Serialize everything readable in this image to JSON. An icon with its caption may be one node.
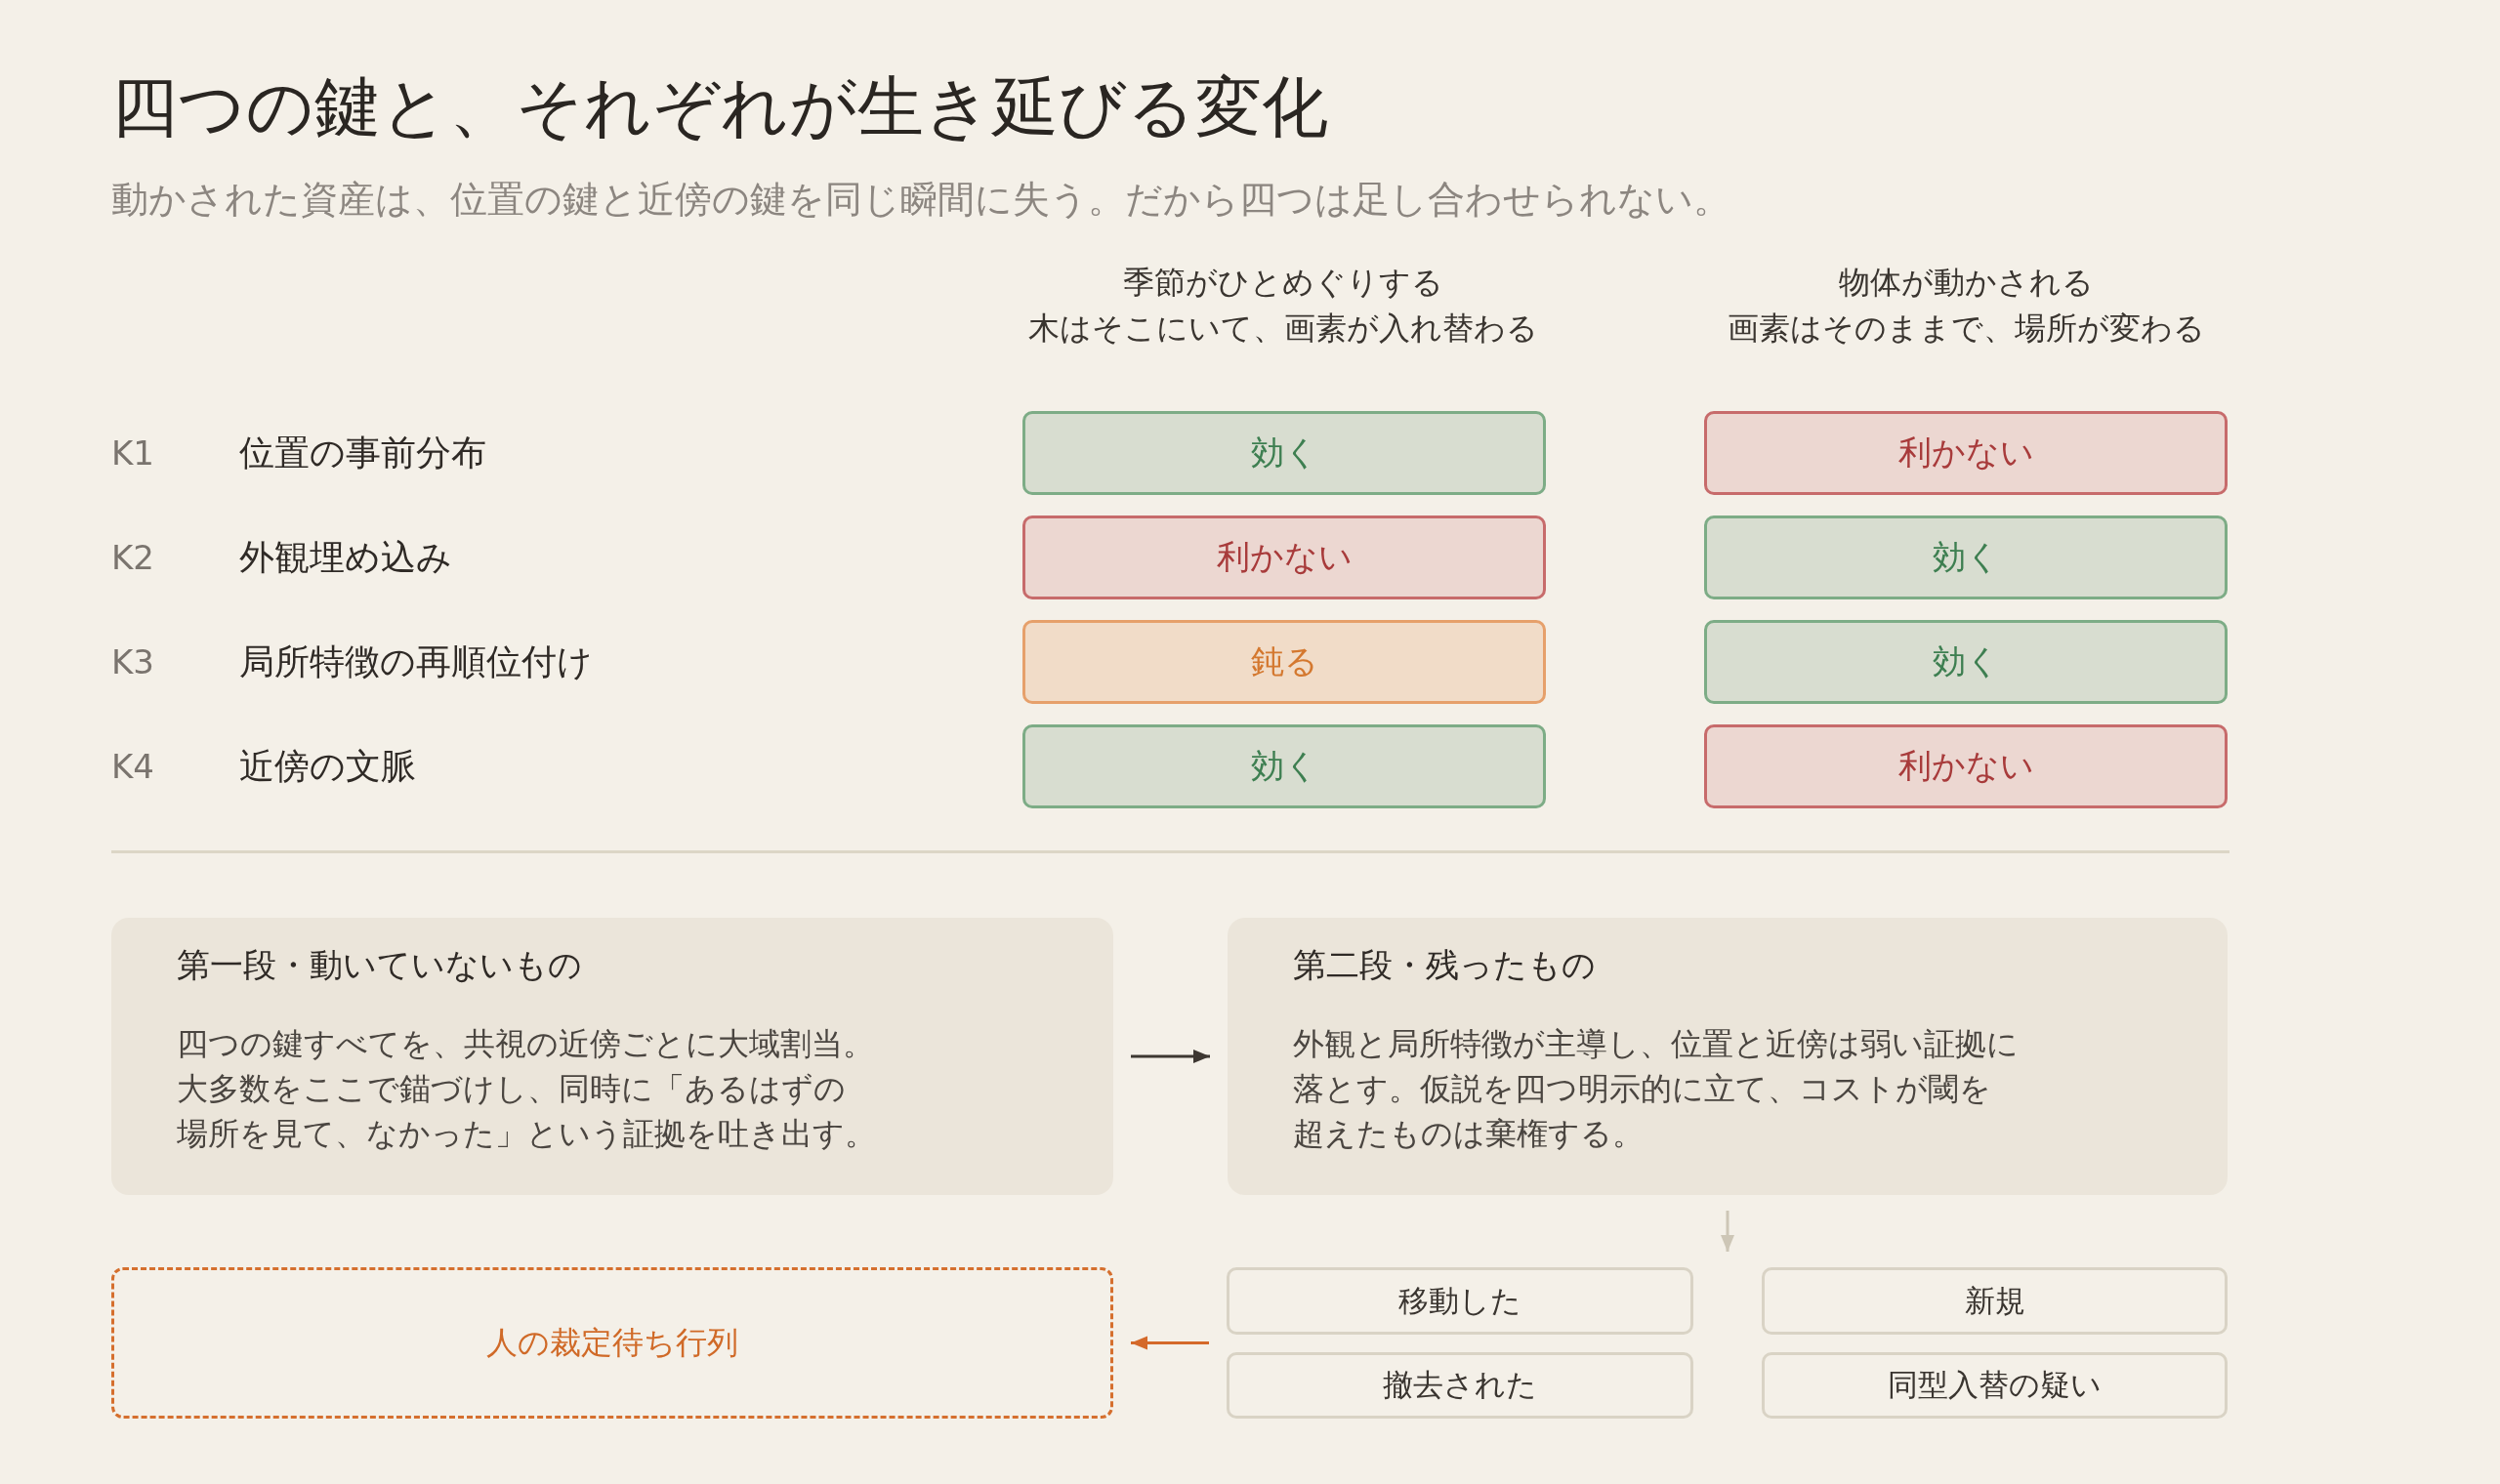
{
  "diagram": {
    "title": "四つの鍵と、それぞれが生き延びる変化",
    "nodes": [
      {
        "text": [
          "効く"
        ]
      },
      {
        "text": [
          "利かない"
        ]
      },
      {
        "text": [
          "利かない"
        ]
      },
      {
        "text": [
          "効く"
        ]
      },
      {
        "text": [
          "鈍る"
        ]
      },
      {
        "text": [
          "効く"
        ]
      },
      {
        "text": [
          "効く"
        ]
      },
      {
        "text": [
          "利かない"
        ]
      },
      {
        "text": [
          "第一段・動いていないもの",
          "四つの鍵すべてを、共視の近傍ごとに大域割当。大多数をここで錨づけし、同時に「あるはずの場所を見て、なかった」という証拠を吐き出す。"
        ]
      },
      {
        "text": [
          "第二段・残ったもの",
          "外観と局所特徴が主導し、位置と近傍は弱い証拠に落とす。仮説を四つ明示的に立て、コストが閾を超えたものは棄権する。"
        ]
      },
      {
        "text": [
          "人の裁定待ち行列"
        ]
      },
      {
        "text": [
          "移動した"
        ]
      },
      {
        "text": [
          "新規"
        ]
      },
      {
        "text": [
          "撤去された"
        ]
      },
      {
        "text": [
          "同型入替の疑い"
        ]
      }
    ],
    "edges": [
      {
        "from": 8,
        "to": 9,
        "arrow": "to",
        "color": "#3d3731"
      },
      {
        "from": 9,
        "to": 11,
        "arrow": "to"
      },
      {
        "from": 9,
        "to": 12,
        "arrow": "to"
      },
      {
        "from": 11,
        "to": 10,
        "arrow": "to",
        "color": "#d4692a"
      },
      {
        "from": 13,
        "to": 10,
        "arrow": "to",
        "color": "#d4692a"
      }
    ],
    "labels": [
      "動かされた資産は、位置の鍵と近傍の鍵を同じ瞬間に失う。だから四つは足し合わせられない。",
      "季節がひとめぐりする",
      "木はそこにいて、画素が入れ替わる",
      "物体が動かされる",
      "画素はそのままで、場所が変わる",
      "K1",
      "位置の事前分布",
      "K2",
      "外観埋め込み",
      "K3",
      "局所特徴の再順位付け",
      "K4",
      "近傍の文脈"
    ]
  }
}
